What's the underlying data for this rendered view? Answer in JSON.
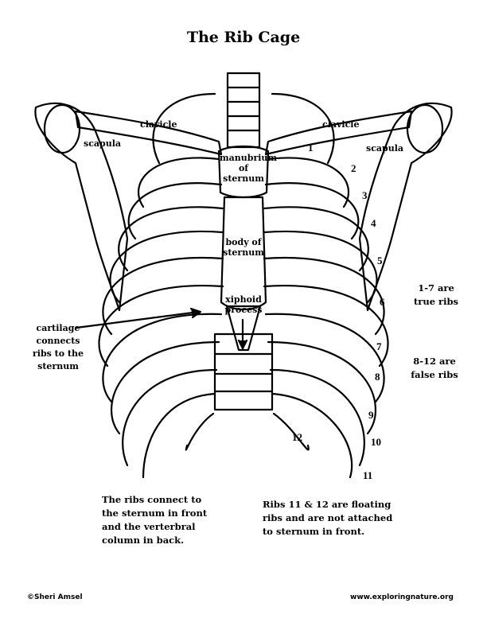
{
  "title": "The Rib Cage",
  "labels": {
    "clavicle_left": "clavicle",
    "clavicle_right": "clavicle",
    "scapula_left": "scapula",
    "scapula_right": "scapula",
    "manubrium": "manubrium\nof\nsternum",
    "body_sternum": "body of\nsternum",
    "xiphoid": "xiphoid\nprocess",
    "cartilage": "cartilage\nconnects\nribs to the\nsternum"
  },
  "rib_numbers": [
    "1",
    "2",
    "3",
    "4",
    "5",
    "6",
    "7",
    "8",
    "9",
    "10",
    "11",
    "12"
  ],
  "side_notes": {
    "true_ribs": "1-7 are\ntrue ribs",
    "false_ribs": "8-12 are\nfalse ribs"
  },
  "notes": {
    "connect": "The ribs connect to\nthe sternum in front\nand the verterbral\ncolumn in back.",
    "floating": "Ribs 11 & 12 are floating\nribs and are not attached\nto sternum in front."
  },
  "footer": {
    "copyright": "©Sheri Amsel",
    "website": "www.exploringnature.org"
  }
}
